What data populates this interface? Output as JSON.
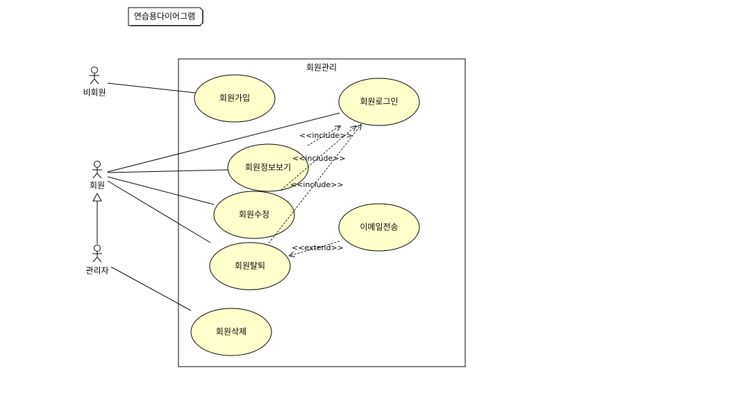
{
  "diagram": {
    "note": "연습용다이어그램",
    "system_name": "회원관리",
    "actors": {
      "non_member": "비회원",
      "member": "회원",
      "admin": "관리자"
    },
    "use_cases": {
      "signup": "회원가입",
      "login": "회원로그인",
      "view_info": "회원정보보기",
      "edit": "회원수정",
      "withdraw": "회원탈퇴",
      "email": "이메일전송",
      "delete": "회원삭제"
    },
    "stereotypes": {
      "include_1": "<<include>>",
      "include_2": "<<include>>",
      "include_3": "<<include>>",
      "extend": "<<extend>>"
    },
    "colors": {
      "use_case_fill": "#FFFFCC",
      "line": "#000000",
      "background": "#FFFFFF"
    }
  }
}
